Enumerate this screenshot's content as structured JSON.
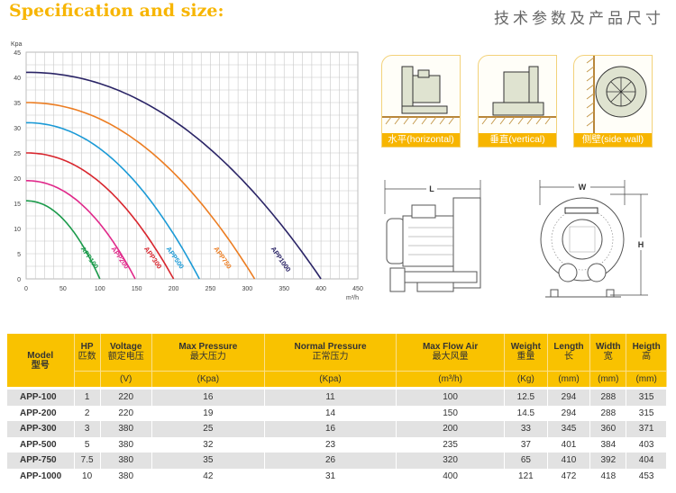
{
  "header": {
    "title": "Specification and size:",
    "title_cn": "技术参数及产品尺寸"
  },
  "chart_data": {
    "type": "line",
    "ylabel": "Kpa",
    "xlabel": "m³/h",
    "xlim": [
      0,
      450
    ],
    "ylim": [
      0,
      45
    ],
    "xticks": [
      "0",
      "50",
      "100",
      "150",
      "200",
      "250",
      "300",
      "350",
      "400",
      "450"
    ],
    "yticks": [
      "0",
      "5",
      "10",
      "15",
      "20",
      "25",
      "30",
      "35",
      "40",
      "45"
    ],
    "grid": true,
    "series": [
      {
        "name": "APP100",
        "color": "#1a9a4a",
        "max_pressure": 15.5,
        "max_flow": 100
      },
      {
        "name": "APP200",
        "color": "#e0288a",
        "max_pressure": 19.5,
        "max_flow": 148
      },
      {
        "name": "APP300",
        "color": "#d8262e",
        "max_pressure": 25,
        "max_flow": 200
      },
      {
        "name": "APP500",
        "color": "#1b9ad6",
        "max_pressure": 31,
        "max_flow": 235
      },
      {
        "name": "APP750",
        "color": "#ec7d22",
        "max_pressure": 35,
        "max_flow": 310
      },
      {
        "name": "APP1000",
        "color": "#2a2466",
        "max_pressure": 41,
        "max_flow": 400
      }
    ]
  },
  "mounting": [
    {
      "label": "水平(horizontal)"
    },
    {
      "label": "垂直(vertical)"
    },
    {
      "label": "侧壁(side wall)"
    }
  ],
  "dimensions": {
    "L": "L",
    "W": "W",
    "H": "H"
  },
  "table": {
    "headers": [
      {
        "en": "Model",
        "cn": "型号",
        "unit": ""
      },
      {
        "en": "HP",
        "cn": "匹数",
        "unit": ""
      },
      {
        "en": "Voltage",
        "cn": "额定电压",
        "unit": "(V)"
      },
      {
        "en": "Max Pressure",
        "cn": "最大压力",
        "unit": "(Kpa)"
      },
      {
        "en": "Normal Pressure",
        "cn": "正常压力",
        "unit": "(Kpa)"
      },
      {
        "en": "Max Flow Air",
        "cn": "最大风量",
        "unit": "(m³/h)"
      },
      {
        "en": "Weight",
        "cn": "重量",
        "unit": "(Kg)"
      },
      {
        "en": "Length",
        "cn": "长",
        "unit": "(mm)"
      },
      {
        "en": "Width",
        "cn": "宽",
        "unit": "(mm)"
      },
      {
        "en": "Heigth",
        "cn": "高",
        "unit": "(mm)"
      }
    ],
    "rows": [
      [
        "APP-100",
        "1",
        "220",
        "16",
        "11",
        "100",
        "12.5",
        "294",
        "288",
        "315"
      ],
      [
        "APP-200",
        "2",
        "220",
        "19",
        "14",
        "150",
        "14.5",
        "294",
        "288",
        "315"
      ],
      [
        "APP-300",
        "3",
        "380",
        "25",
        "16",
        "200",
        "33",
        "345",
        "360",
        "371"
      ],
      [
        "APP-500",
        "5",
        "380",
        "32",
        "23",
        "235",
        "37",
        "401",
        "384",
        "403"
      ],
      [
        "APP-750",
        "7.5",
        "380",
        "35",
        "26",
        "320",
        "65",
        "410",
        "392",
        "404"
      ],
      [
        "APP-1000",
        "10",
        "380",
        "42",
        "31",
        "400",
        "121",
        "472",
        "418",
        "453"
      ]
    ]
  }
}
